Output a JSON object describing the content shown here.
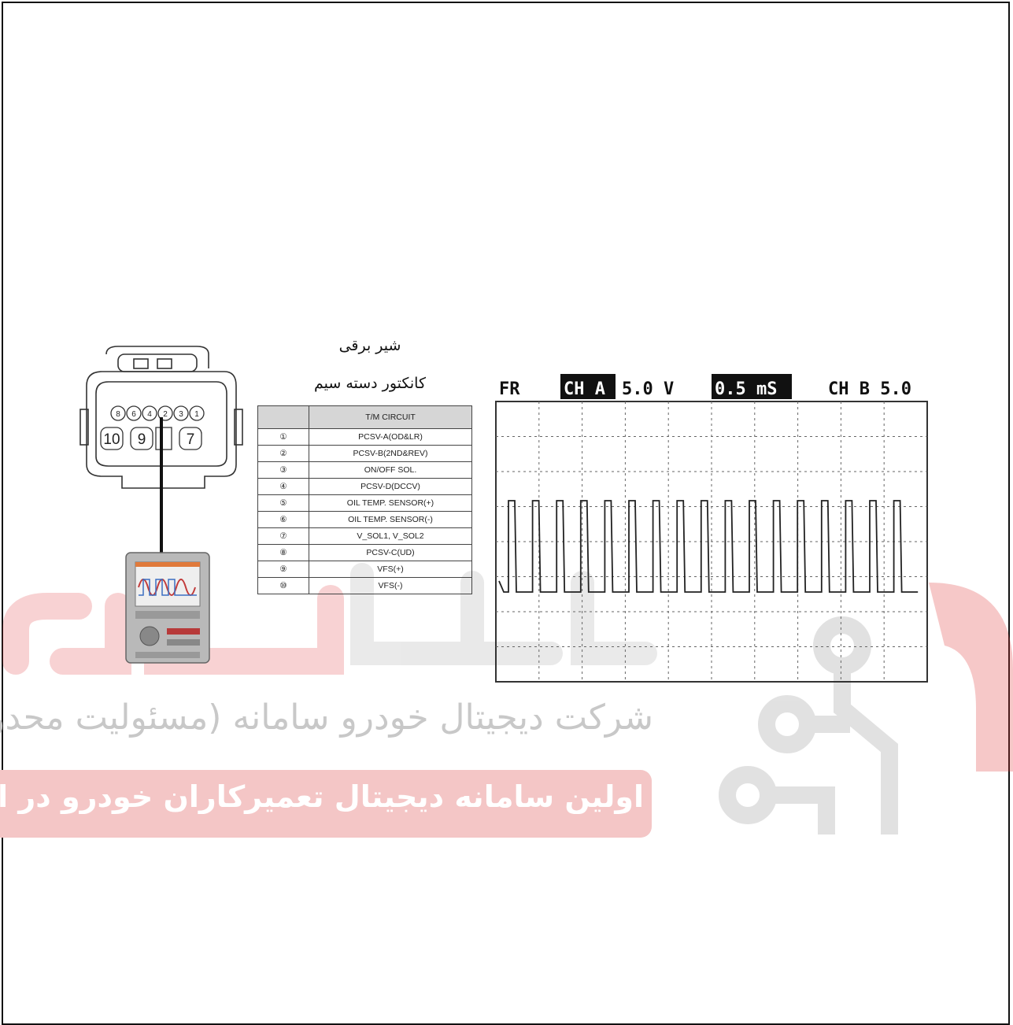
{
  "caption": {
    "line1": "شیر برقی",
    "line2": "کانکتور دسته سیم"
  },
  "connector": {
    "pin_labels_top": [
      "8",
      "6",
      "4",
      "2",
      "3",
      "1"
    ],
    "pin_labels_bottom": [
      "10",
      "9",
      "7"
    ]
  },
  "table": {
    "header": "T/M CIRCUIT",
    "rows": [
      {
        "num": "①",
        "label": "PCSV-A(OD&LR)"
      },
      {
        "num": "②",
        "label": "PCSV-B(2ND&REV)"
      },
      {
        "num": "③",
        "label": "ON/OFF SOL."
      },
      {
        "num": "④",
        "label": "PCSV-D(DCCV)"
      },
      {
        "num": "⑤",
        "label": "OIL TEMP. SENSOR(+)"
      },
      {
        "num": "⑥",
        "label": "OIL TEMP. SENSOR(-)"
      },
      {
        "num": "⑦",
        "label": "V_SOL1, V_SOL2"
      },
      {
        "num": "⑧",
        "label": "PCSV-C(UD)"
      },
      {
        "num": "⑨",
        "label": "VFS(+)"
      },
      {
        "num": "⑩",
        "label": "VFS(-)"
      }
    ]
  },
  "scope": {
    "fr": "FR",
    "ch_a": "CH A",
    "volt_a": "5.0 V",
    "time": "0.5 mS",
    "ch_b": "CH B 5.0"
  },
  "watermark": {
    "company": "شرکت دیجیتال خودرو سامانه (مسئولیت محدود)",
    "slogan": "اولین سامانه دیجیتال تعمیرکاران خودرو در ایران",
    "accent": "#e0393b"
  }
}
